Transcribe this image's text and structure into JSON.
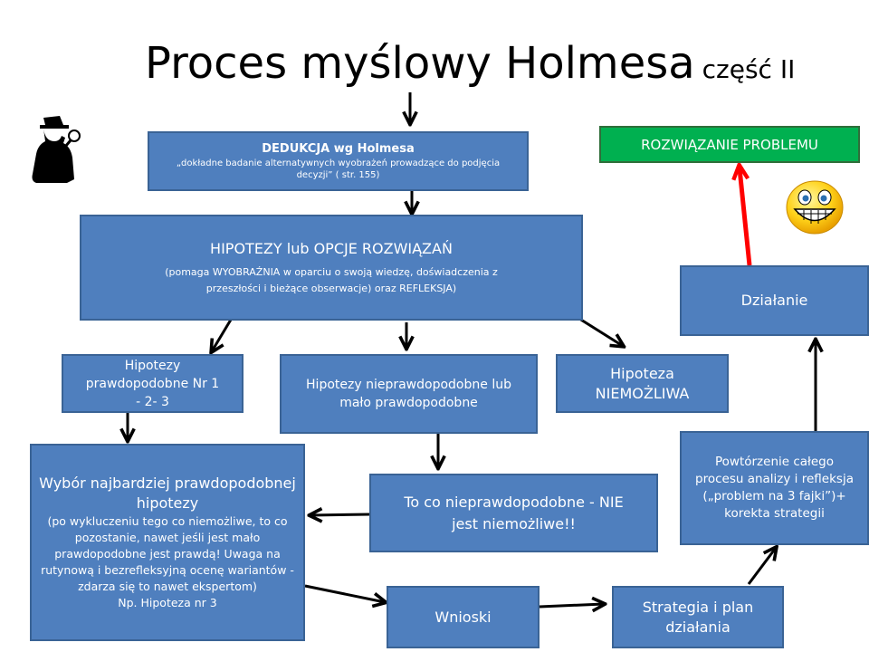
{
  "title": {
    "main": "Proces myślowy Holmesa",
    "sub": "część II"
  },
  "boxes": {
    "dedukcja": {
      "heading": "DEDUKCJA  wg Holmesa",
      "text": "„dokładne badanie alternatywnych wyobrażeń prowadzące do podjęcia decyzji” ( str. 155)"
    },
    "hipotezy": {
      "line1": "HIPOTEZY lub OPCJE ROZWIĄZAŃ",
      "line2": "(pomaga WYOBRAŹNIA w  oparciu  o swoją wiedzę, doświadczenia z",
      "line3": "przeszłości i bieżące obserwacje) oraz  REFLEKSJA)"
    },
    "prawdopodobne": "Hipotezy prawdopodobne Nr 1  - 2- 3",
    "nieprawdopodobne": "Hipotezy nieprawdopodobne lub mało prawdopodobne",
    "niemozliwa": "Hipoteza NIEMOŻLIWA",
    "wybor": {
      "heading": "Wybór najbardziej prawdopodobnej hipotezy",
      "text": "(po wykluczeniu tego co niemożliwe, to co pozostanie, nawet jeśli jest mało prawdopodobne jest prawdą! Uwaga na rutynową i bezrefleksyjną ocenę wariantów  - zdarza się  to nawet ekspertom)",
      "example": "Np. Hipoteza nr 3"
    },
    "to_co": "To co nieprawdopodobne - NIE jest niemożliwe!!",
    "wnioski": "Wnioski",
    "strategia": "Strategia i plan działania",
    "powtorzenie": "Powtórzenie całego procesu analizy i refleksja („problem na 3 fajki”)+ korekta strategii",
    "dzialanie": "Działanie",
    "rozwiazanie": "ROZWIĄZANIE PROBLEMU"
  },
  "colors": {
    "box": "#4f7fbe",
    "border": "#3a6395",
    "green": "#00b050",
    "red_arrow": "#ff0000"
  },
  "icons": [
    "detective-icon",
    "smiley-icon"
  ]
}
